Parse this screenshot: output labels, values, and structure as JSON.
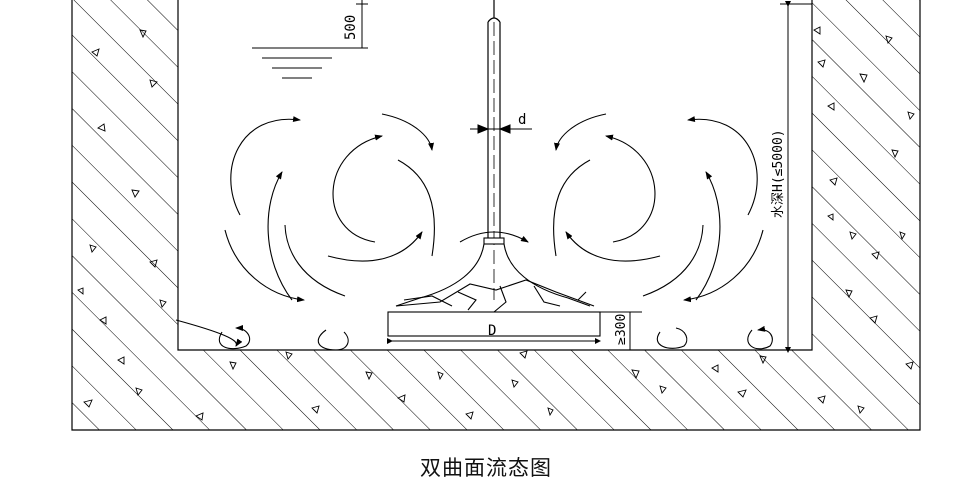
{
  "caption": "双曲面流态图",
  "dimensions": {
    "top_clearance": "500",
    "shaft_diameter": "d",
    "impeller_diameter": "D",
    "bottom_clearance": "≥300",
    "depth": "水深H(≤5000)"
  },
  "colors": {
    "line": "#000000",
    "background": "#ffffff"
  }
}
